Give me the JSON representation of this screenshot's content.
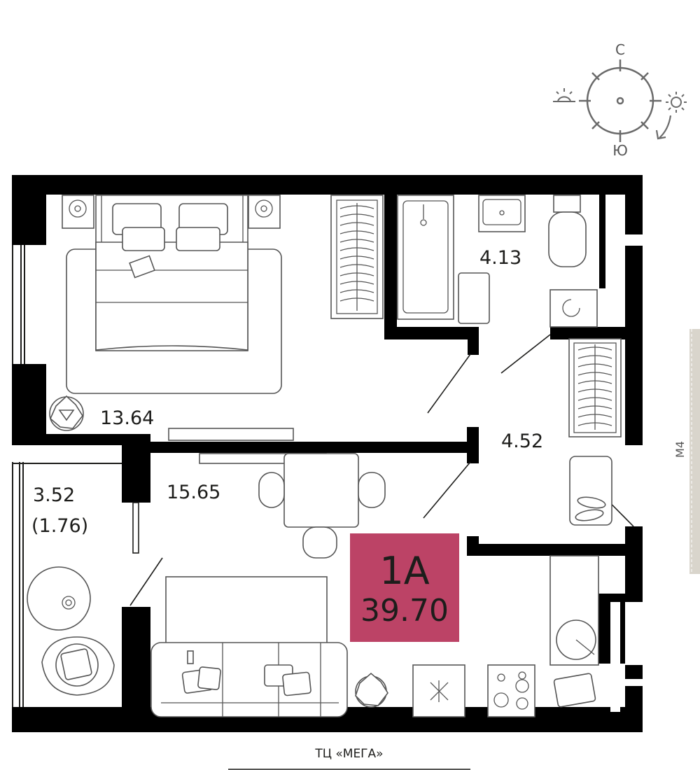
{
  "compass": {
    "north": "С",
    "south": "Ю"
  },
  "rooms": {
    "bedroom_area": "13.64",
    "bathroom_area": "4.13",
    "hall_area": "4.52",
    "living_area": "15.65",
    "balcony_area": "3.52",
    "balcony_reduced_area": "(1.76)"
  },
  "badge": {
    "type": "1А",
    "total_area": "39.70",
    "color": "#bc4366"
  },
  "labels": {
    "street": "М4",
    "landmark": "ТЦ «МЕГА»"
  },
  "colors": {
    "wall": "#000000",
    "furniture_stroke": "#555555",
    "street_bar": "#d9d5cc"
  }
}
